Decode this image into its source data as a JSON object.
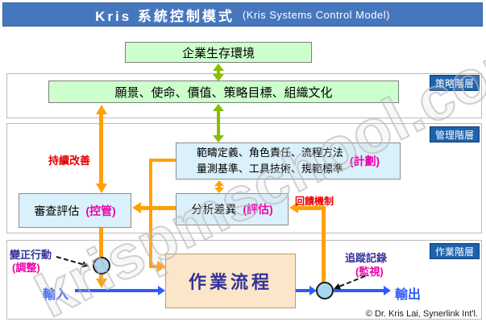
{
  "title": {
    "main": "Kris 系統控制模式",
    "sub": "(Kris Systems Control Model)"
  },
  "watermark": "krispmschool.com",
  "layers": {
    "strategy": "策略階層",
    "management": "管理階層",
    "operation": "作業階層"
  },
  "boxes": {
    "environment": "企業生存環境",
    "vision": "願景、使命、價值、策略目標、組織文化",
    "plan_line1": "範疇定義、角色責任、流程方法",
    "plan_line2": "量測基準、工具技術、規範標準",
    "plan_tag": "(計劃)",
    "review": "審查評估",
    "review_tag": "(控管)",
    "analyze": "分析差異",
    "analyze_tag": "(評估)",
    "process": "作業流程"
  },
  "labels": {
    "continuous_improvement": "持續改善",
    "feedback": "回饋機制",
    "corrective_action": "變正行動",
    "corrective_tag": "(調整)",
    "tracking": "追蹤記錄",
    "tracking_tag": "(監視)",
    "input": "輸入",
    "output": "輸出"
  },
  "footer": {
    "copyright": "© Dr. Kris Lai, Synerlink Int'l."
  },
  "colors": {
    "title_bar": "#4677BE",
    "badge_blue": "#1E62AD",
    "green_box": "#CCFFCC",
    "blue_box": "#DAF1FC",
    "process_box": "#FCE6C9",
    "orange_arrow": "#FFA100",
    "green_arrow": "#86BE00",
    "flow_blue": "#2E5BFF",
    "magenta": "#EE00AA",
    "red": "#E60000",
    "navy_text": "#333399"
  }
}
